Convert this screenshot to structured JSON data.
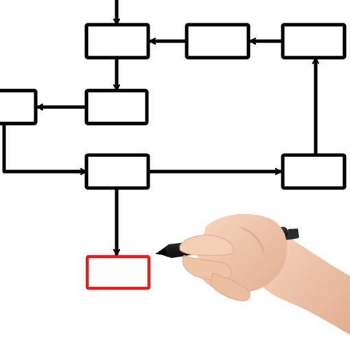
{
  "diagram": {
    "type": "flowchart",
    "colors": {
      "stroke": "#000000",
      "highlight": "#e01b1b",
      "box_fill": "#ffffff",
      "background": "#ffffff",
      "skin": "#f2c9ae",
      "skin_shadow": "#d9a78b",
      "marker": "#1a1a1a"
    },
    "nodes": [
      {
        "id": "box-top-center",
        "highlighted": false
      },
      {
        "id": "box-top-middle",
        "highlighted": false
      },
      {
        "id": "box-top-right",
        "highlighted": false
      },
      {
        "id": "box-middle-left",
        "highlighted": false
      },
      {
        "id": "box-middle-center",
        "highlighted": false
      },
      {
        "id": "box-center",
        "highlighted": false
      },
      {
        "id": "box-center-right",
        "highlighted": false
      },
      {
        "id": "box-bottom-red",
        "highlighted": true
      }
    ],
    "edges": [
      {
        "from": "entry",
        "to": "box-top-center"
      },
      {
        "from": "box-top-middle",
        "to": "box-top-center"
      },
      {
        "from": "box-top-right",
        "to": "box-top-middle"
      },
      {
        "from": "box-center-right",
        "to": "box-top-right"
      },
      {
        "from": "box-top-center",
        "to": "box-middle-center"
      },
      {
        "from": "box-middle-center",
        "to": "box-middle-left"
      },
      {
        "from": "box-middle-left",
        "to": "box-center"
      },
      {
        "from": "box-center",
        "to": "box-center-right"
      },
      {
        "from": "box-center",
        "to": "box-bottom-red"
      }
    ],
    "hand": {
      "icon": "hand-holding-marker-icon"
    }
  }
}
